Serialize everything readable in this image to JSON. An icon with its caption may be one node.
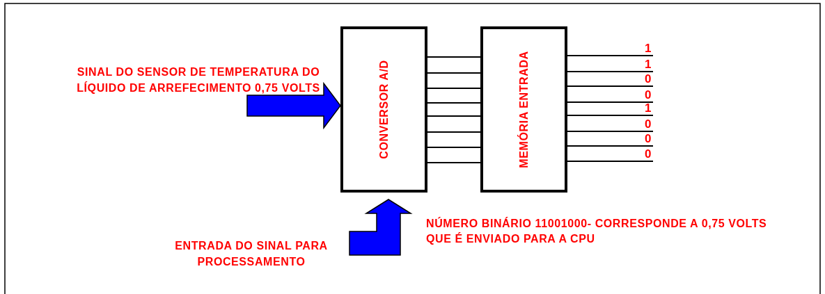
{
  "diagram": {
    "nodes": [
      {
        "text": [
          "SINAL DO SENSOR DE TEMPERATURA DO LÍQUIDO DE ARREFECIMENTO 0,75 VOLTS"
        ]
      },
      {
        "text": [
          "CONVERSOR A/D"
        ]
      },
      {
        "text": [
          "MEMÓRIA ENTRADA"
        ]
      },
      {
        "text": [
          "ENTRADA DO SINAL PARA PROCESSAMENTO"
        ]
      }
    ],
    "edges": [
      {
        "from": 0,
        "to": 1,
        "arrow": "to",
        "style": "thick",
        "color": "#0000ff"
      },
      {
        "from": 3,
        "to": 1,
        "arrow": "to",
        "style": "thick",
        "color": "#0000ff"
      },
      {
        "from": 1,
        "to": 2,
        "arrow": "none"
      },
      {
        "from": 1,
        "to": 2,
        "arrow": "none"
      },
      {
        "from": 1,
        "to": 2,
        "arrow": "none"
      },
      {
        "from": 1,
        "to": 2,
        "arrow": "none"
      },
      {
        "from": 1,
        "to": 2,
        "arrow": "none"
      },
      {
        "from": 1,
        "to": 2,
        "arrow": "none"
      },
      {
        "from": 1,
        "to": 2,
        "arrow": "none"
      },
      {
        "from": 1,
        "to": 2,
        "arrow": "none"
      },
      {
        "from": 2,
        "to": null,
        "arrow": "none",
        "label": "1"
      },
      {
        "from": 2,
        "to": null,
        "arrow": "none",
        "label": "1"
      },
      {
        "from": 2,
        "to": null,
        "arrow": "none",
        "label": "0"
      },
      {
        "from": 2,
        "to": null,
        "arrow": "none",
        "label": "0"
      },
      {
        "from": 2,
        "to": null,
        "arrow": "none",
        "label": "1"
      },
      {
        "from": 2,
        "to": null,
        "arrow": "none",
        "label": "0"
      },
      {
        "from": 2,
        "to": null,
        "arrow": "none",
        "label": "0"
      },
      {
        "from": 2,
        "to": null,
        "arrow": "none",
        "label": "0"
      }
    ],
    "labels": [
      "NÚMERO BINÁRIO 11001000- CORRESPONDE A 0,75 VOLTS QUE É ENVIADO PARA A CPU"
    ]
  }
}
